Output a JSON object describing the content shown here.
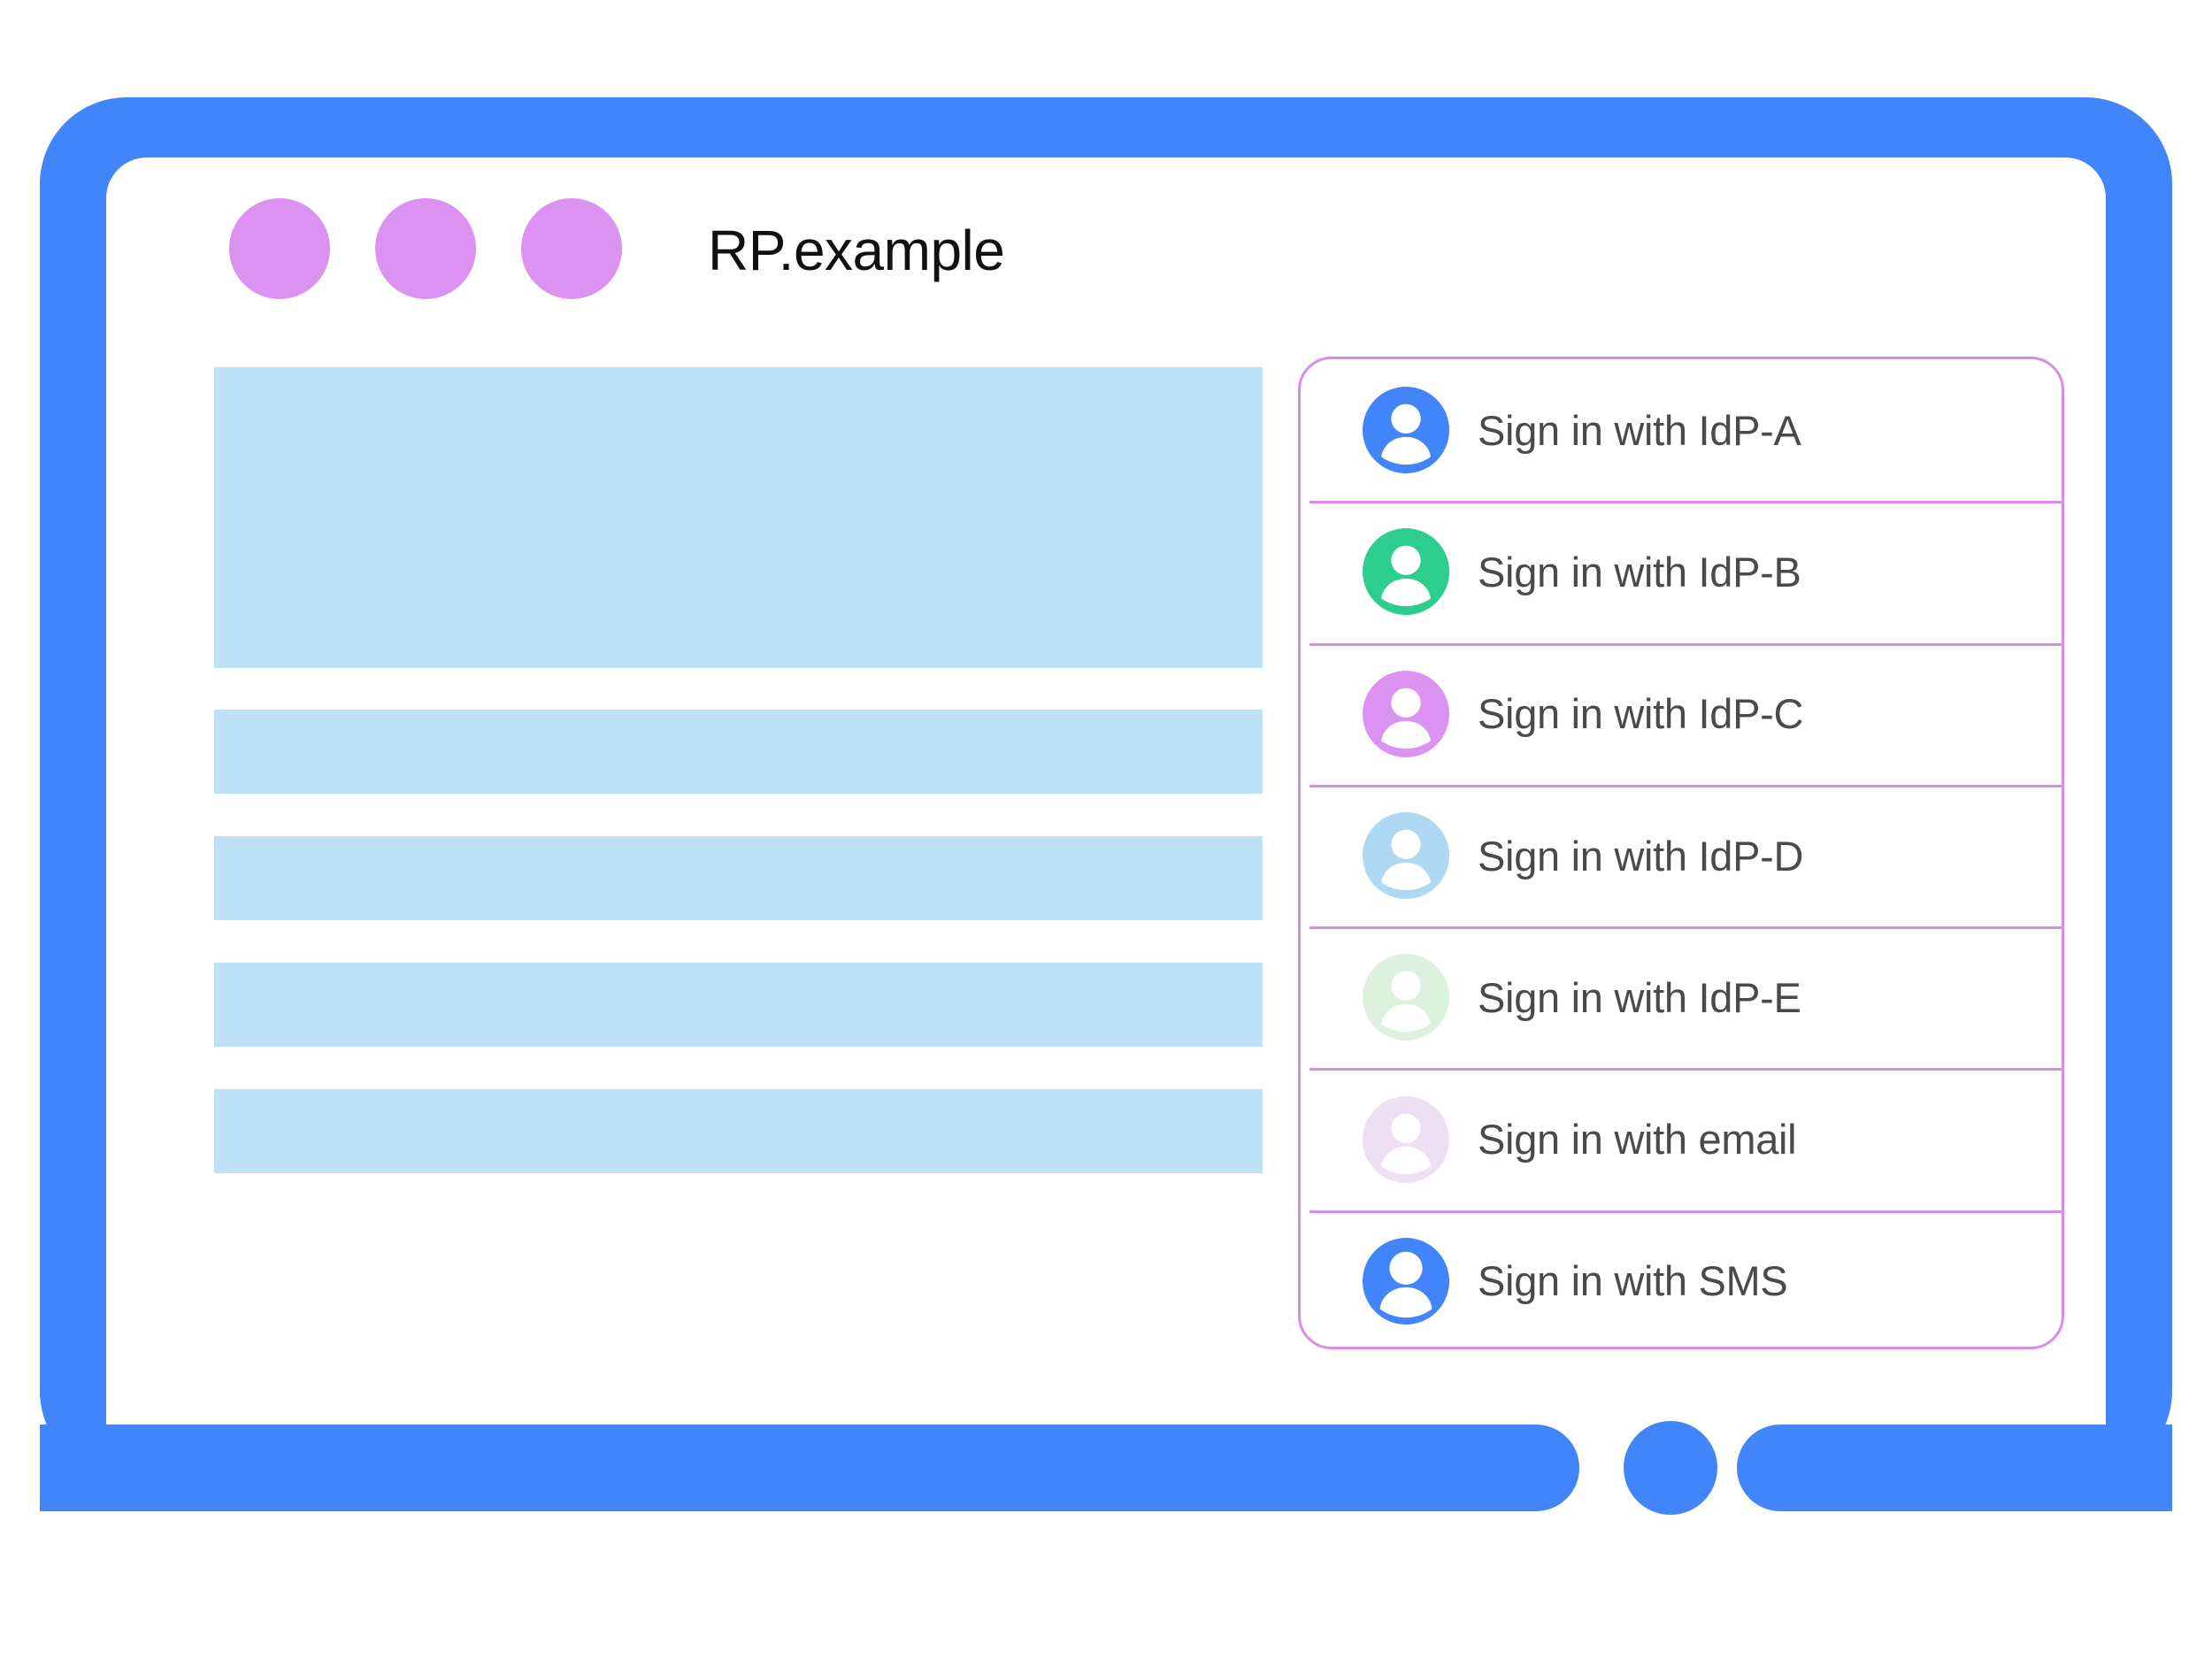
{
  "window": {
    "title": "RP.example",
    "traffic_dots": [
      "dot-1",
      "dot-2",
      "dot-3"
    ],
    "frame_color": "#4285FB",
    "dot_color": "#DB92F0",
    "home_button": "home-button"
  },
  "content": {
    "placeholder_color": "#BFE1F7",
    "blocks": [
      {
        "name": "hero-placeholder"
      },
      {
        "name": "text-placeholder-1"
      },
      {
        "name": "text-placeholder-2"
      },
      {
        "name": "text-placeholder-3"
      },
      {
        "name": "text-placeholder-4"
      }
    ]
  },
  "account_panel": {
    "border_color": "#D98BE8",
    "label_color": "#4A4A4A",
    "items": [
      {
        "label": "Sign in with IdP-A",
        "avatar_color": "#4285FB",
        "icon": "account-avatar-icon"
      },
      {
        "label": "Sign in with IdP-B",
        "avatar_color": "#2BCE8C",
        "icon": "account-avatar-icon"
      },
      {
        "label": "Sign in with IdP-C",
        "avatar_color": "#DB92F0",
        "icon": "account-avatar-icon"
      },
      {
        "label": "Sign in with IdP-D",
        "avatar_color": "#AFD8F2",
        "icon": "account-avatar-icon"
      },
      {
        "label": "Sign in with IdP-E",
        "avatar_color": "#DDF2DC",
        "icon": "account-avatar-icon"
      },
      {
        "label": "Sign in with email",
        "avatar_color": "#EEDFF5",
        "icon": "account-avatar-icon"
      },
      {
        "label": "Sign in with SMS",
        "avatar_color": "#4285FB",
        "icon": "account-avatar-icon"
      }
    ]
  }
}
